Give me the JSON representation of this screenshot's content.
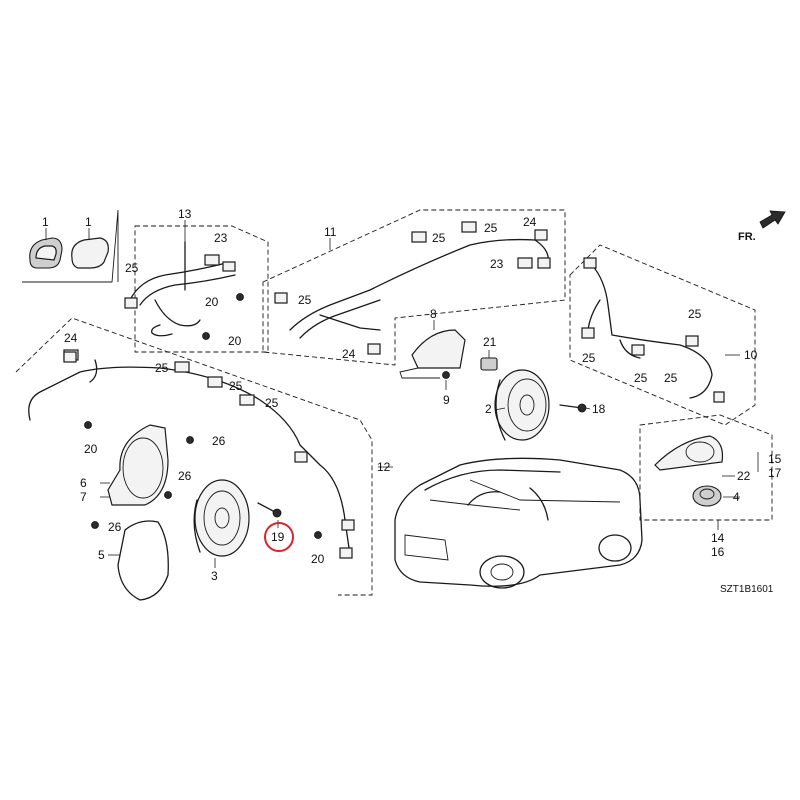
{
  "labels": {
    "l1a": "1",
    "l1b": "1",
    "l2": "2",
    "l3": "3",
    "l4": "4",
    "l5": "5",
    "l6": "6",
    "l7": "7",
    "l8": "8",
    "l9": "9",
    "l10": "10",
    "l11": "11",
    "l12": "12",
    "l13": "13",
    "l14": "14",
    "l15": "15",
    "l16": "16",
    "l17": "17",
    "l18": "18",
    "l19": "19",
    "l20a": "20",
    "l20b": "20",
    "l20c": "20",
    "l20d": "20",
    "l21": "21",
    "l22": "22",
    "l23a": "23",
    "l23b": "23",
    "l24a": "24",
    "l24b": "24",
    "l24c": "24",
    "l25a": "25",
    "l25b": "25",
    "l25c": "25",
    "l25d": "25",
    "l25e": "25",
    "l25f": "25",
    "l25g": "25",
    "l25h": "25",
    "l25i": "25",
    "l25j": "25",
    "l25k": "25",
    "l26a": "26",
    "l26b": "26",
    "l26c": "26"
  },
  "direction_label": "FR.",
  "diagram_code": "SZT1B1601",
  "highlight_color": "#d9242b"
}
